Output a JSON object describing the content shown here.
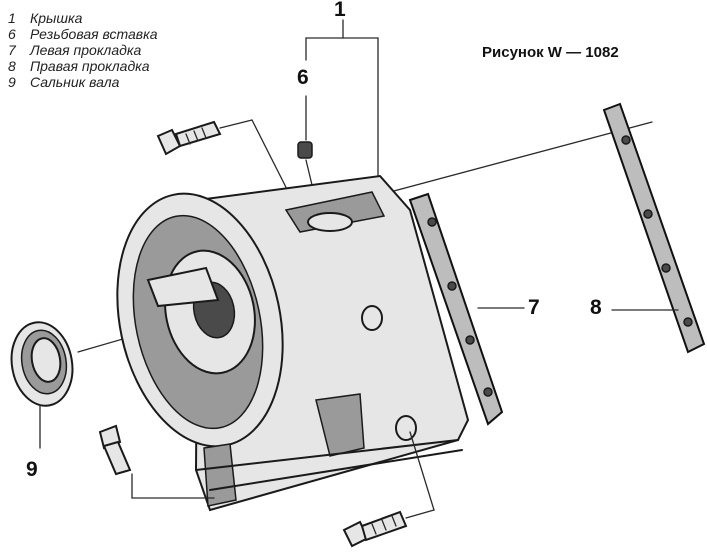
{
  "legend": {
    "items": [
      {
        "num": "1",
        "label": "Крышка"
      },
      {
        "num": "6",
        "label": "Резьбовая вставка"
      },
      {
        "num": "7",
        "label": "Левая прокладка"
      },
      {
        "num": "8",
        "label": "Правая прокладка"
      },
      {
        "num": "9",
        "label": "Сальник вала"
      }
    ]
  },
  "figure_title": "Рисунок W — 1082",
  "callouts": {
    "c1": "1",
    "c6": "6",
    "c7": "7",
    "c8": "8",
    "c9": "9"
  },
  "colors": {
    "ink": "#1a1a1a",
    "paper": "#ffffff",
    "shade": "#9a9a9a"
  }
}
